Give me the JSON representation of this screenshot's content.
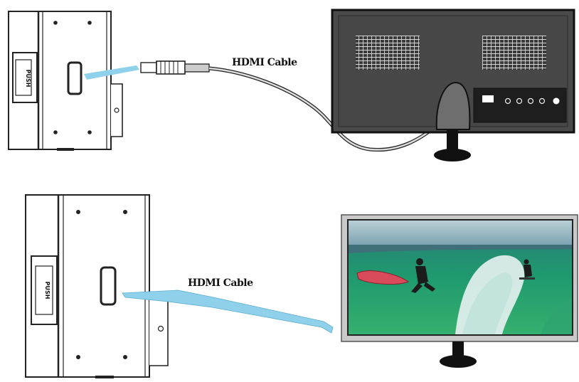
{
  "top_diagram": {
    "cable_label": "HDMI Cable",
    "camera_button_label": "PUSH"
  },
  "bottom_diagram": {
    "cable_label": "HDMI Cable",
    "camera_button_label": "PUSH"
  },
  "colors": {
    "outline": "#222222",
    "tv_panel": "#454545",
    "cable_highlight": "#8fd0ea",
    "screen_sky": "#9fc0cc",
    "screen_water": "#1f8a72"
  },
  "icons": [
    "camera",
    "hdmi-cable",
    "hdmi-plug",
    "television",
    "monitor-stand"
  ]
}
